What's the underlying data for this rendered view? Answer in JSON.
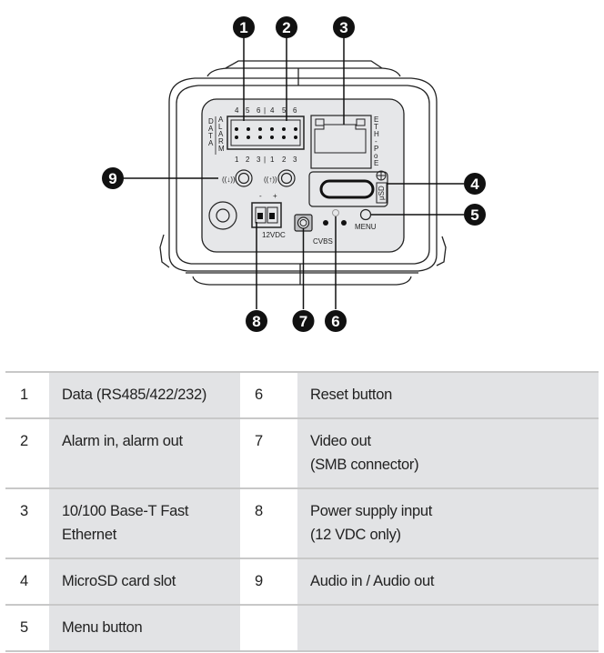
{
  "figure": {
    "title": "Camera rear panel connections",
    "panel_labels": {
      "data": "DATA",
      "alarm": "ALARM",
      "eth_poe": "ETH-PoE",
      "top_pins": [
        "4",
        "5",
        "6",
        "|",
        "4",
        "5",
        "6"
      ],
      "bottom_pins": [
        "1",
        "2",
        "3",
        "|",
        "1",
        "2",
        "3"
      ],
      "power_minus": "-",
      "power_plus": "+",
      "power": "12VDC",
      "cvbs": "CVBS",
      "menu": "MENU",
      "microsd": "μSD"
    },
    "callouts": [
      "1",
      "2",
      "3",
      "4",
      "5",
      "6",
      "7",
      "8",
      "9"
    ]
  },
  "legend": {
    "rows": [
      {
        "left_num": "1",
        "left_desc": "Data (RS485/422/232)",
        "right_num": "6",
        "right_desc": "Reset button"
      },
      {
        "left_num": "2",
        "left_desc": "Alarm in, alarm out",
        "right_num": "7",
        "right_desc": "Video out\n(SMB connector)"
      },
      {
        "left_num": "3",
        "left_desc": "10/100 Base-T Fast\nEthernet",
        "right_num": "8",
        "right_desc": "Power supply input\n(12 VDC only)"
      },
      {
        "left_num": "4",
        "left_desc": "MicroSD card slot",
        "right_num": "9",
        "right_desc": "Audio in / Audio out"
      },
      {
        "left_num": "5",
        "left_desc": "Menu button",
        "right_num": "",
        "right_desc": ""
      }
    ]
  }
}
